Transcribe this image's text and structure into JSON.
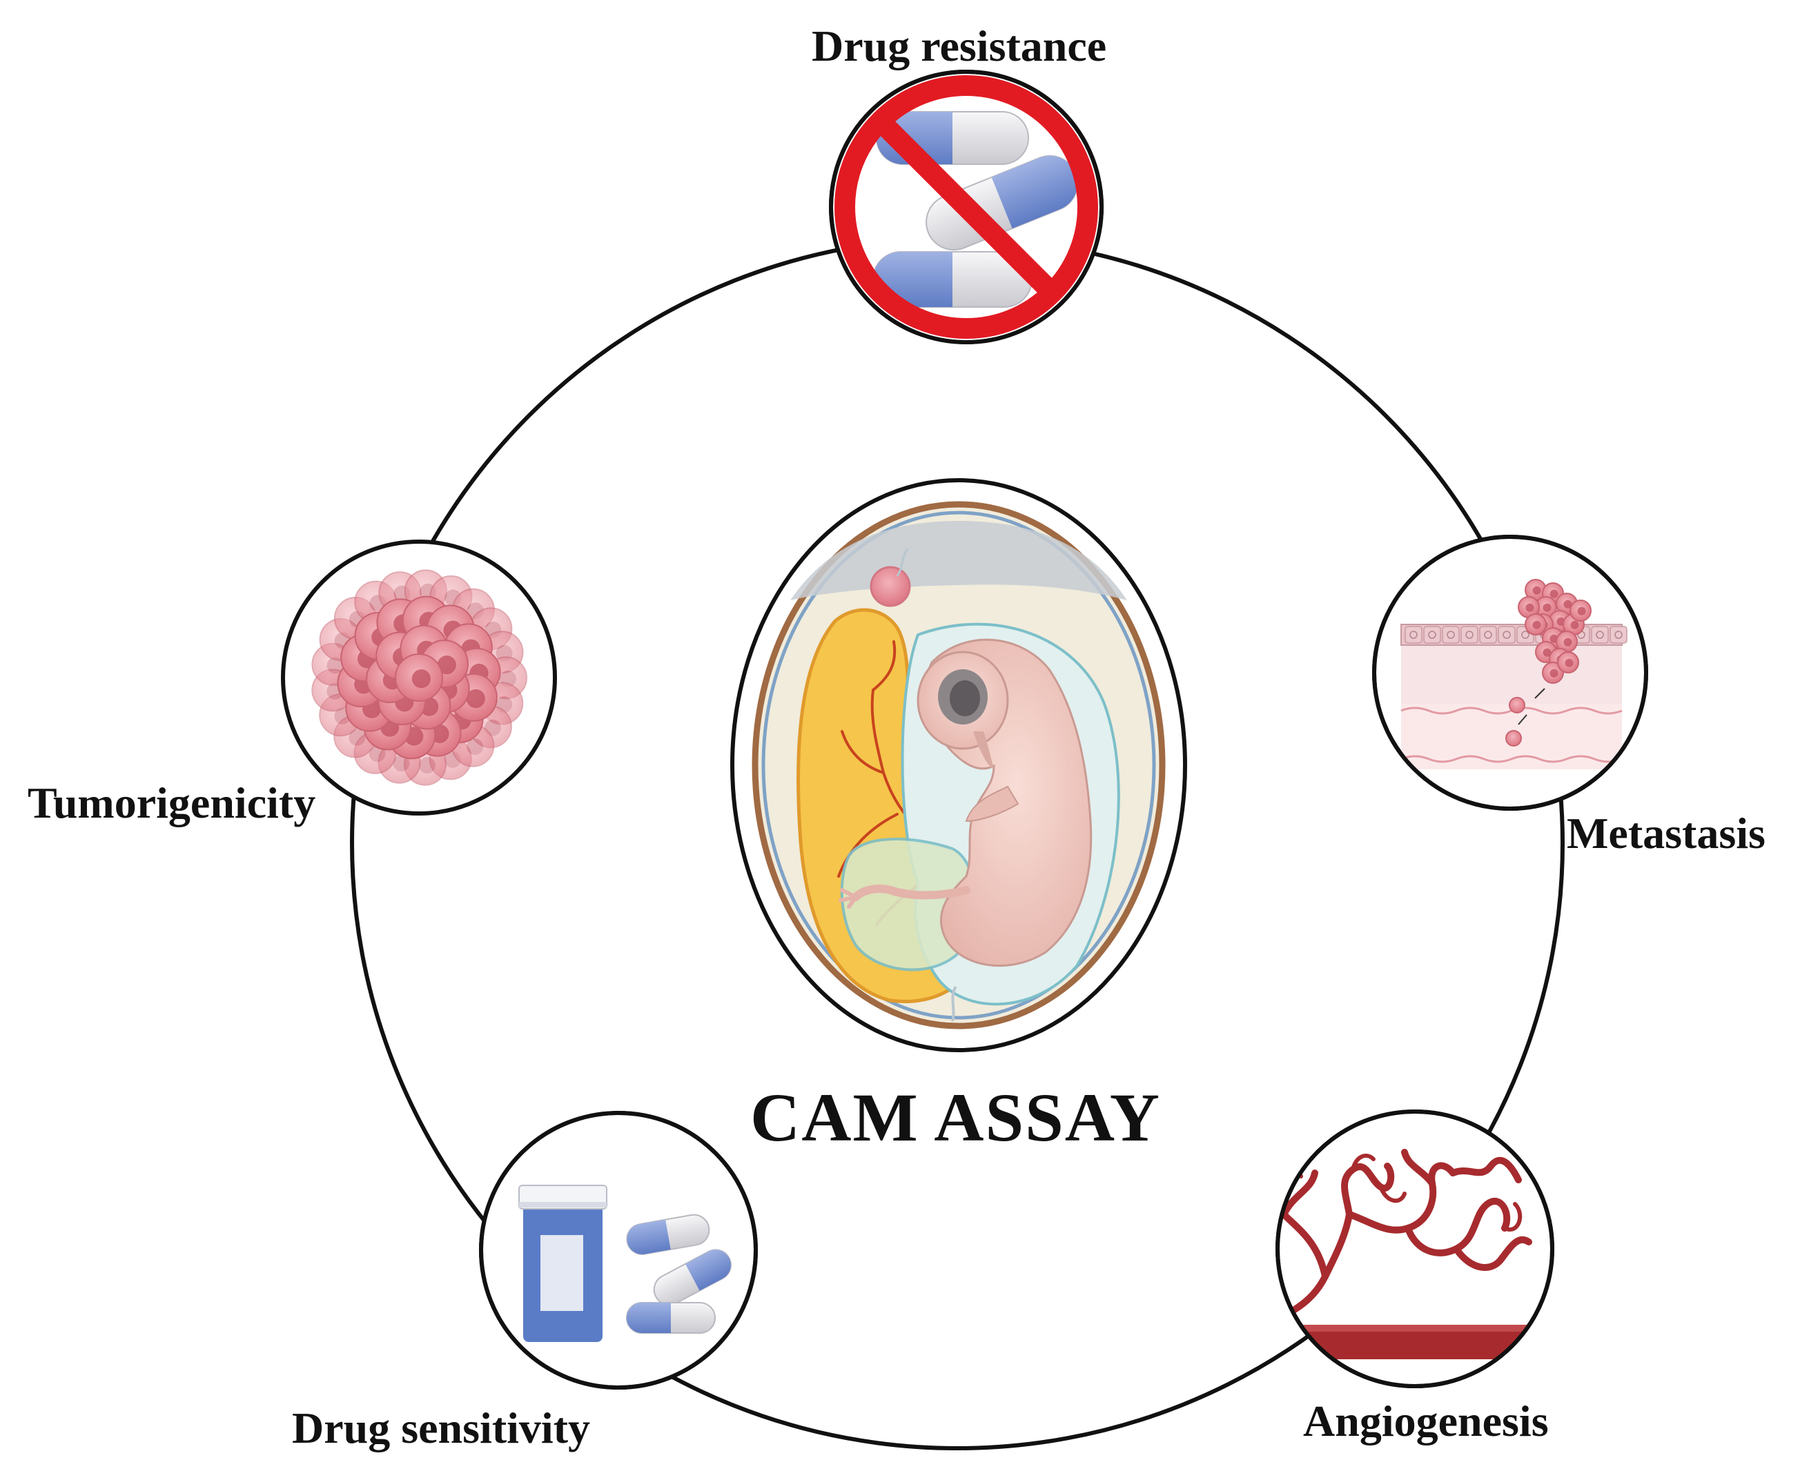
{
  "title": "CAM ASSAY",
  "nodes": {
    "drug_resistance": {
      "label": "Drug resistance",
      "icon": "no-pills-icon"
    },
    "tumorigenicity": {
      "label": "Tumorigenicity",
      "icon": "tumor-cells-icon"
    },
    "metastasis": {
      "label": "Metastasis",
      "icon": "metastasis-icon"
    },
    "drug_sensitivity": {
      "label": "Drug sensitivity",
      "icon": "pill-bottle-icon"
    },
    "angiogenesis": {
      "label": "Angiogenesis",
      "icon": "blood-vessels-icon"
    }
  },
  "center": {
    "icon": "chicken-embryo-egg-icon"
  },
  "colors": {
    "outline": "#111111",
    "prohibition_red": "#e21b23",
    "pill_blue": "#7f98d6",
    "pill_white": "#e9e9ee",
    "tumor_pink": "#e58a96",
    "vessel_red": "#a72b2e",
    "yolk": "#f6c54b",
    "embryo_skin": "#f1cfc8",
    "shell_brown": "#a06a43"
  }
}
